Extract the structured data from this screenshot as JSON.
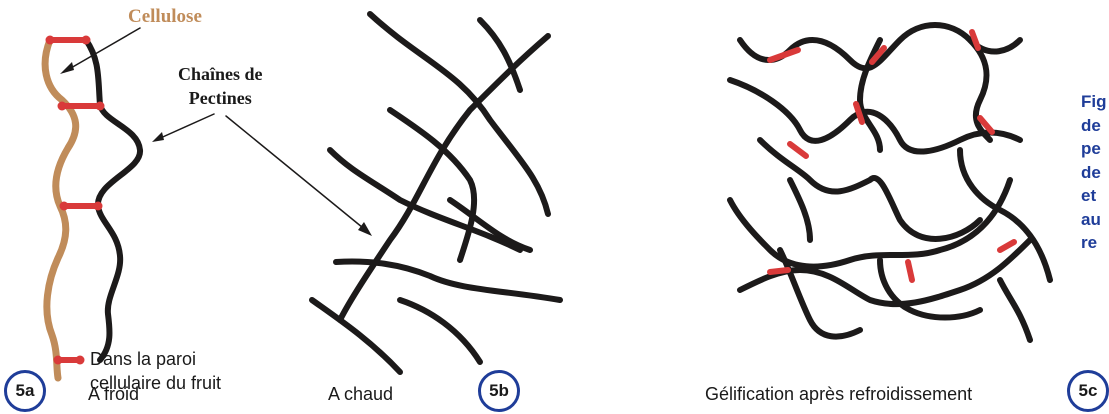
{
  "labels": {
    "cellulose": "Cellulose",
    "chaines_line1": "Chaînes de",
    "chaines_line2": "Pectines",
    "paroi_line1": "Dans la paroi",
    "paroi_line2": "cellulaire du fruit",
    "froid": "A froid",
    "chaud": "A chaud",
    "gelification": "Gélification après refroidissement"
  },
  "badges": {
    "a": "5a",
    "b": "5b",
    "c": "5c"
  },
  "figure_text": [
    "Fig",
    "de",
    "pe",
    "de",
    "et",
    "au",
    "re"
  ],
  "colors": {
    "chain": "#1c1a1a",
    "cellulose": "#c08c5a",
    "junction": "#d93a3a",
    "badge_border": "#1f3d99",
    "figure_text": "#1f3d99"
  }
}
